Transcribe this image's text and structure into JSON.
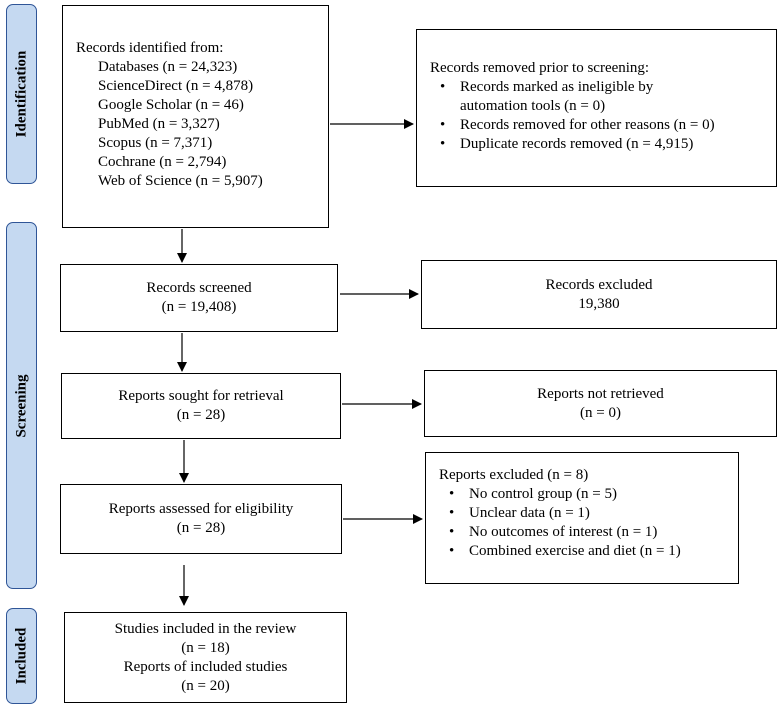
{
  "phases": {
    "identification": "Identification",
    "screening": "Screening",
    "included": "Included"
  },
  "identification": {
    "records_identified": {
      "heading": "Records identified from:",
      "sources": [
        "Databases (n = 24,323)",
        "ScienceDirect (n = 4,878)",
        "Google Scholar (n = 46)",
        "PubMed (n = 3,327)",
        "Scopus (n = 7,371)",
        "Cochrane (n = 2,794)",
        "Web of Science (n = 5,907)"
      ]
    },
    "records_removed": {
      "heading": "Records removed prior to screening:",
      "items": [
        "Records marked as ineligible by",
        "automation tools (n = 0)",
        "Records removed for other reasons (n = 0)",
        "Duplicate records removed (n = 4,915)"
      ]
    }
  },
  "screening": {
    "records_screened": {
      "line1": "Records screened",
      "line2": "(n = 19,408)"
    },
    "records_excluded": {
      "line1": "Records excluded",
      "line2": "19,380"
    },
    "reports_sought": {
      "line1": "Reports sought for retrieval",
      "line2": "(n = 28)"
    },
    "reports_not_retrieved": {
      "line1": "Reports not retrieved",
      "line2": "(n = 0)"
    },
    "reports_assessed": {
      "line1": "Reports assessed for eligibility",
      "line2": "(n = 28)"
    },
    "reports_excluded": {
      "heading": "Reports excluded (n = 8)",
      "items": [
        "No control group (n = 5)",
        "Unclear data (n = 1)",
        "No outcomes of interest (n = 1)",
        "Combined exercise and diet (n = 1)"
      ]
    }
  },
  "included": {
    "studies_included": {
      "line1": "Studies included in the review",
      "line2": "(n = 18)",
      "line3": "Reports of included studies",
      "line4": "(n = 20)"
    }
  }
}
